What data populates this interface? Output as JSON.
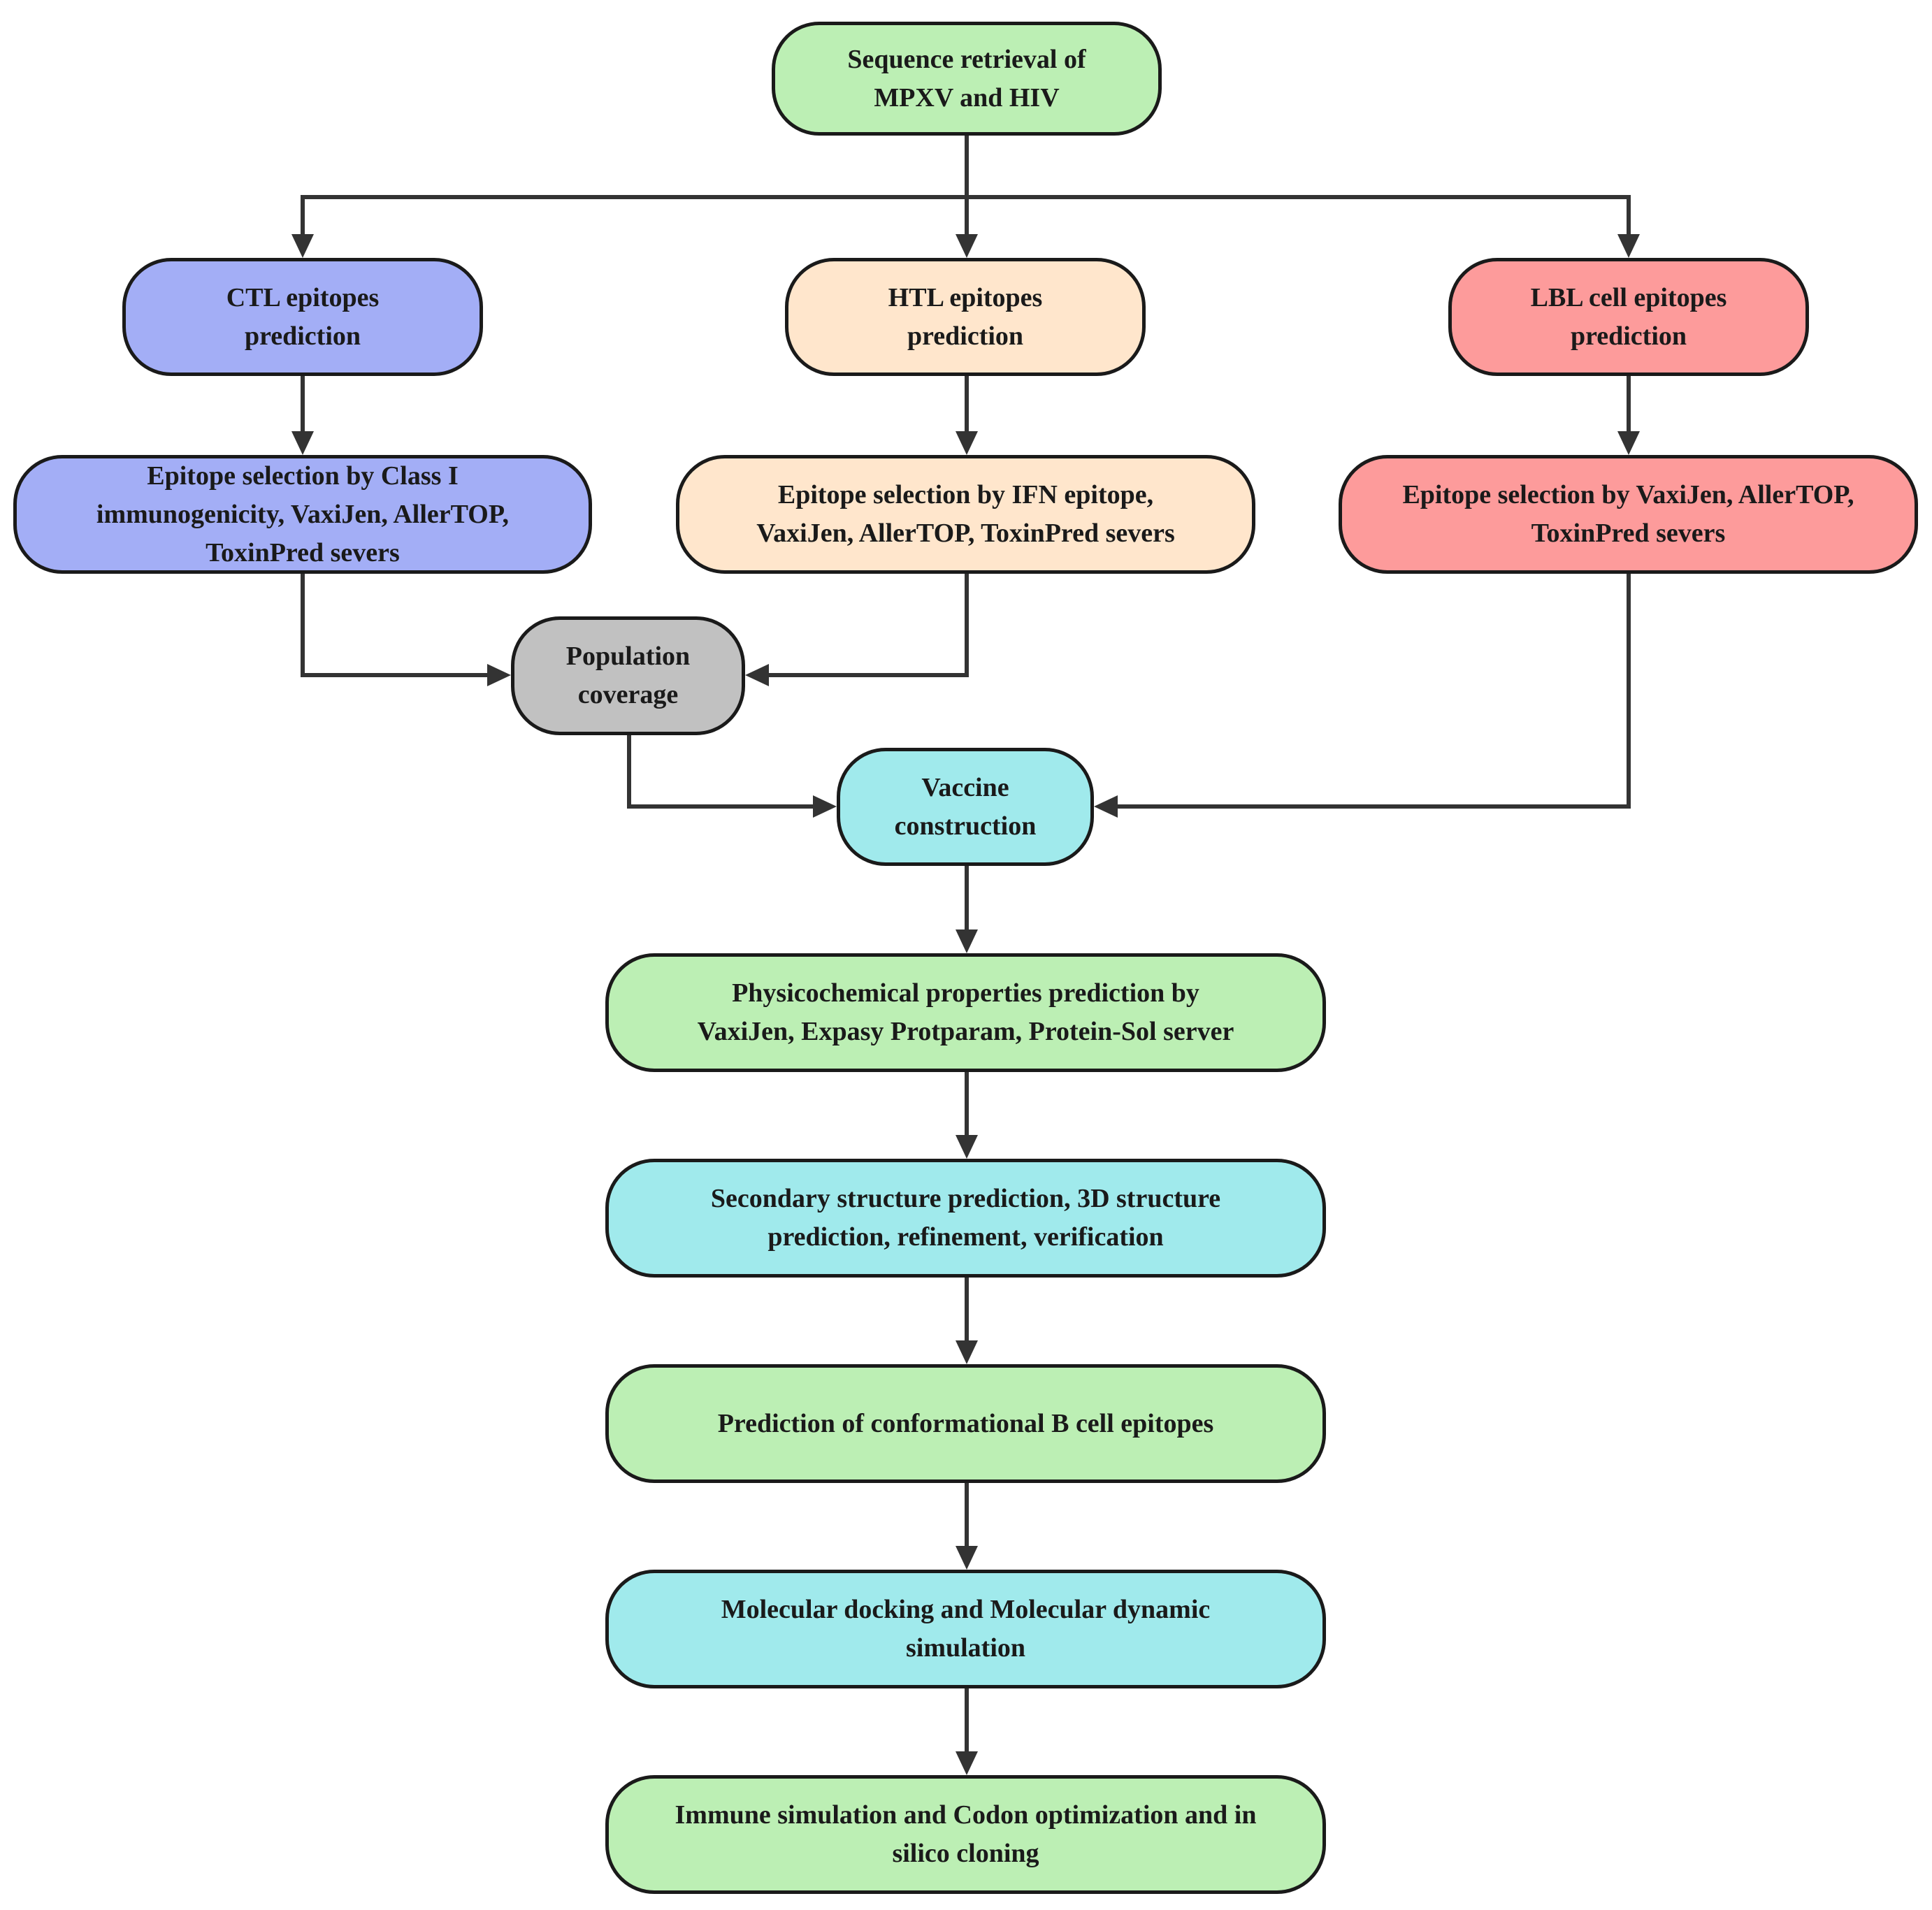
{
  "colors": {
    "green": "#bcefb4",
    "blue": "#a3aef6",
    "peach": "#ffe6cc",
    "red": "#fd9b9b",
    "gray": "#c1c1c1",
    "cyan": "#a0eaec",
    "stroke": "#1a1a1a",
    "connector": "#333333"
  },
  "nodes": {
    "sequence_retrieval": {
      "lines": [
        "Sequence retrieval of",
        "MPXV and HIV"
      ],
      "color": "green"
    },
    "ctl_prediction": {
      "lines": [
        "CTL epitopes",
        "prediction"
      ],
      "color": "blue"
    },
    "htl_prediction": {
      "lines": [
        "HTL epitopes",
        "prediction"
      ],
      "color": "peach"
    },
    "lbl_prediction": {
      "lines": [
        "LBL cell epitopes",
        "prediction"
      ],
      "color": "red"
    },
    "ctl_selection": {
      "lines": [
        "Epitope selection by Class I",
        "immunogenicity, VaxiJen, AllerTOP,",
        "ToxinPred severs"
      ],
      "color": "blue"
    },
    "htl_selection": {
      "lines": [
        "Epitope selection by IFN epitope,",
        "VaxiJen, AllerTOP, ToxinPred severs"
      ],
      "color": "peach"
    },
    "lbl_selection": {
      "lines": [
        "Epitope selection by  VaxiJen, AllerTOP,",
        "ToxinPred severs"
      ],
      "color": "red"
    },
    "population_coverage": {
      "lines": [
        "Population",
        "coverage"
      ],
      "color": "gray"
    },
    "vaccine_construction": {
      "lines": [
        "Vaccine",
        "construction"
      ],
      "color": "cyan"
    },
    "physicochemical": {
      "lines": [
        "Physicochemical properties prediction by",
        "VaxiJen, Expasy Protparam, Protein-Sol server"
      ],
      "color": "green"
    },
    "structure_prediction": {
      "lines": [
        "Secondary structure prediction, 3D structure",
        "prediction, refinement, verification"
      ],
      "color": "cyan"
    },
    "b_cell_epitopes": {
      "lines": [
        "Prediction of conformational B cell epitopes"
      ],
      "color": "green"
    },
    "docking": {
      "lines": [
        "Molecular docking and Molecular dynamic",
        "simulation"
      ],
      "color": "cyan"
    },
    "immune_simulation": {
      "lines": [
        "Immune simulation and Codon optimization and in",
        "silico cloning"
      ],
      "color": "green"
    }
  },
  "edges": [
    {
      "from": "sequence_retrieval",
      "to": "ctl_prediction"
    },
    {
      "from": "sequence_retrieval",
      "to": "htl_prediction"
    },
    {
      "from": "sequence_retrieval",
      "to": "lbl_prediction"
    },
    {
      "from": "ctl_prediction",
      "to": "ctl_selection"
    },
    {
      "from": "htl_prediction",
      "to": "htl_selection"
    },
    {
      "from": "lbl_prediction",
      "to": "lbl_selection"
    },
    {
      "from": "ctl_selection",
      "to": "population_coverage"
    },
    {
      "from": "htl_selection",
      "to": "population_coverage"
    },
    {
      "from": "population_coverage",
      "to": "vaccine_construction"
    },
    {
      "from": "lbl_selection",
      "to": "vaccine_construction"
    },
    {
      "from": "vaccine_construction",
      "to": "physicochemical"
    },
    {
      "from": "physicochemical",
      "to": "structure_prediction"
    },
    {
      "from": "structure_prediction",
      "to": "b_cell_epitopes"
    },
    {
      "from": "b_cell_epitopes",
      "to": "docking"
    },
    {
      "from": "docking",
      "to": "immune_simulation"
    }
  ]
}
